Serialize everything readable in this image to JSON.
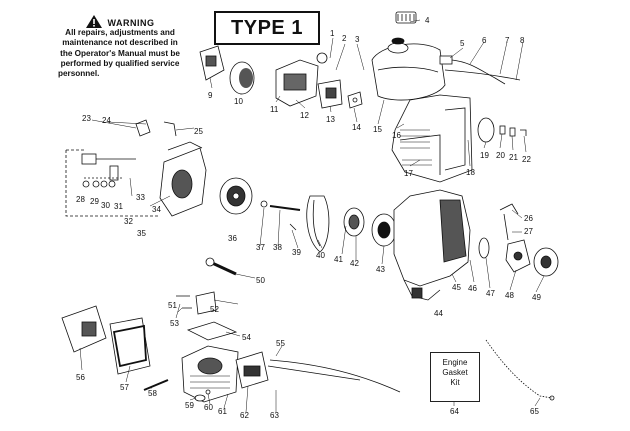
{
  "warning": {
    "title": "WARNING",
    "lines": [
      "All repairs, adjustments and",
      "maintenance not described in",
      "the Operator's Manual must be",
      "performed by qualified service",
      "personnel."
    ]
  },
  "type_label": "TYPE 1",
  "kit_label": [
    "Engine",
    "Gasket",
    "Kit"
  ],
  "part_numbers": [
    "1",
    "2",
    "3",
    "4",
    "5",
    "6",
    "7",
    "8",
    "9",
    "10",
    "11",
    "12",
    "13",
    "14",
    "15",
    "16",
    "17",
    "18",
    "19",
    "20",
    "21",
    "22",
    "23",
    "24",
    "25",
    "26",
    "27",
    "28",
    "29",
    "30",
    "31",
    "32",
    "33",
    "34",
    "35",
    "36",
    "37",
    "38",
    "39",
    "40",
    "41",
    "42",
    "43",
    "44",
    "45",
    "46",
    "47",
    "48",
    "49",
    "50",
    "51",
    "52",
    "53",
    "54",
    "55",
    "56",
    "57",
    "58",
    "59",
    "60",
    "61",
    "62",
    "63",
    "64",
    "65"
  ],
  "colors": {
    "ink": "#111111",
    "paper": "#ffffff",
    "shade": "#555555"
  }
}
